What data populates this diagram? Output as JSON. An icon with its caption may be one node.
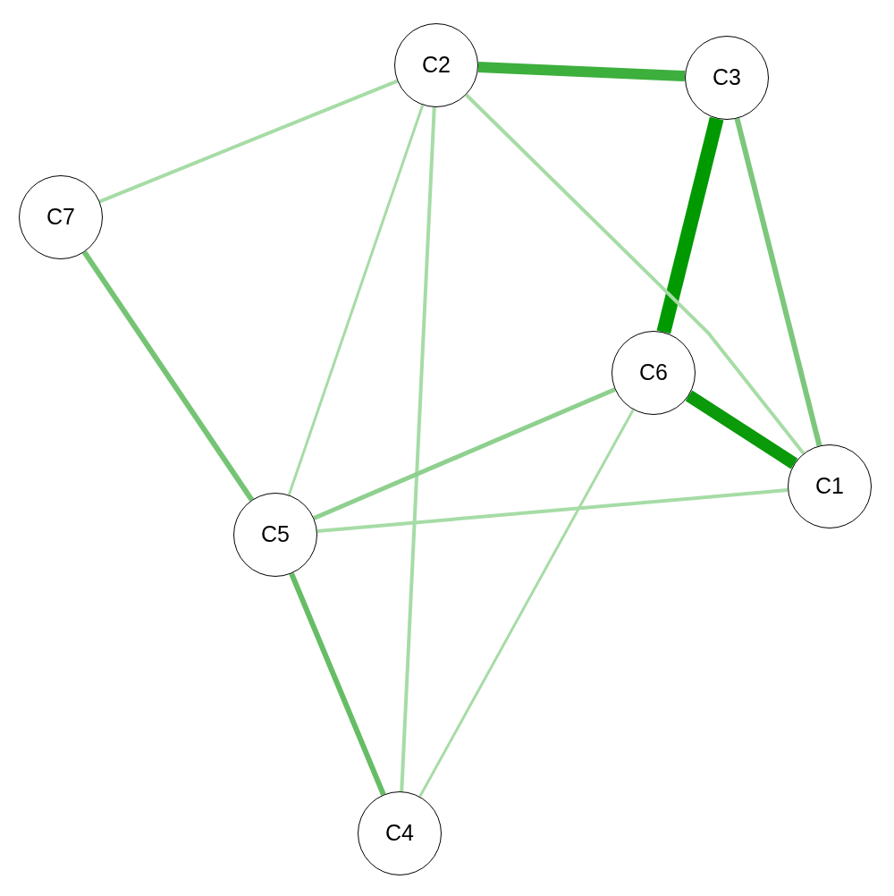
{
  "diagram": {
    "nodes": [
      {
        "text": [
          "C2"
        ]
      },
      {
        "text": [
          "C3"
        ]
      },
      {
        "text": [
          "C7"
        ]
      },
      {
        "text": [
          "C6"
        ]
      },
      {
        "text": [
          "C1"
        ]
      },
      {
        "text": [
          "C5"
        ]
      },
      {
        "text": [
          "C4"
        ]
      }
    ],
    "edges": [
      {
        "from": 0,
        "to": 1,
        "arrow": "none",
        "style": "thick",
        "color": "#3daf3d"
      },
      {
        "from": 1,
        "to": 3,
        "arrow": "none",
        "style": "thick",
        "color": "#009a00"
      },
      {
        "from": 3,
        "to": 4,
        "arrow": "none",
        "style": "thick",
        "color": "#0a9a0a"
      },
      {
        "from": 1,
        "to": 4,
        "arrow": "none",
        "color": "#7cc77c"
      },
      {
        "from": 0,
        "to": 2,
        "arrow": "none"
      },
      {
        "from": 0,
        "to": 5,
        "arrow": "none"
      },
      {
        "from": 0,
        "to": 6,
        "arrow": "none"
      },
      {
        "from": 0,
        "to": 4,
        "arrow": "none"
      },
      {
        "from": 2,
        "to": 5,
        "arrow": "none",
        "color": "#74c474"
      },
      {
        "from": 3,
        "to": 5,
        "arrow": "none",
        "color": "#8ed08e"
      },
      {
        "from": 5,
        "to": 4,
        "arrow": "none"
      },
      {
        "from": 5,
        "to": 6,
        "arrow": "none",
        "color": "#66bd66"
      },
      {
        "from": 3,
        "to": 6,
        "arrow": "none"
      }
    ]
  }
}
